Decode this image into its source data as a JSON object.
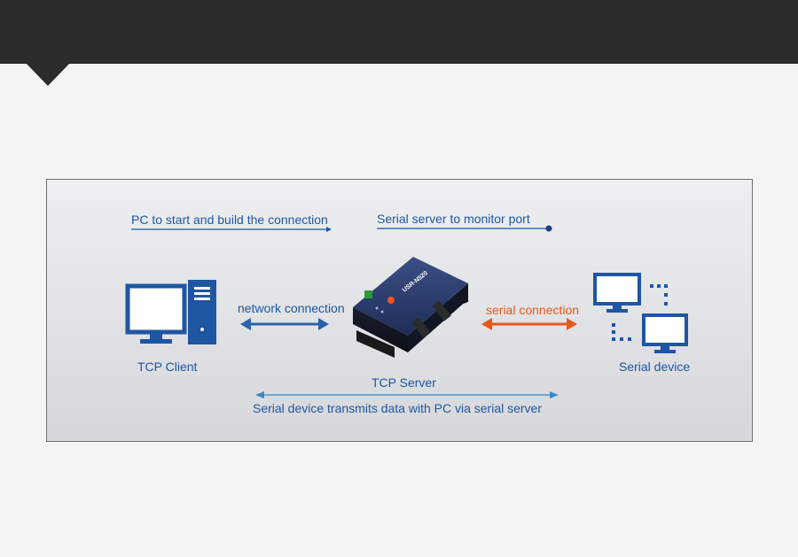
{
  "labels": {
    "pc_start": "PC to start and build the connection",
    "monitor_port": "Serial server to monitor port",
    "network_connection": "network connection",
    "serial_connection": "serial connection",
    "tcp_client": "TCP Client",
    "tcp_server": "TCP Server",
    "serial_device": "Serial device",
    "transmit": "Serial device transmits data with PC via serial server"
  },
  "device": {
    "model": "USR-N520"
  },
  "colors": {
    "blue": "#1f56a3",
    "orange": "#e8581c",
    "header": "#2b2b2b",
    "device_body": "#1f2e55"
  }
}
